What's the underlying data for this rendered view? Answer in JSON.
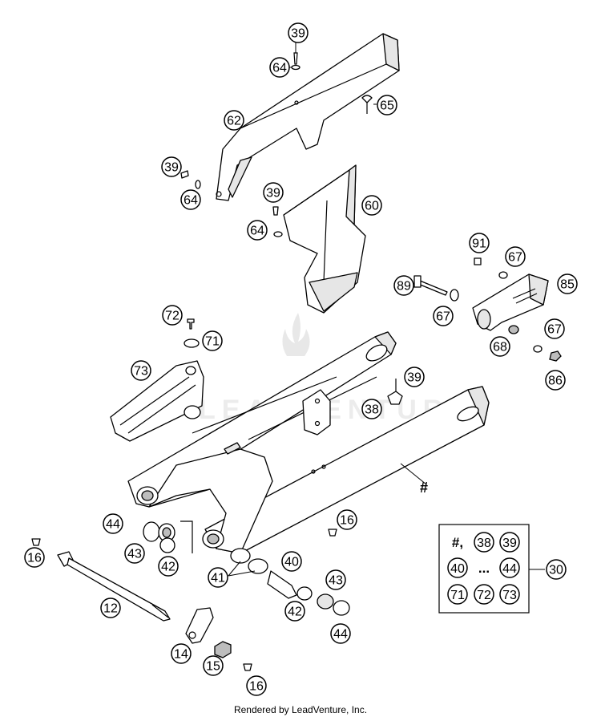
{
  "watermark": "LEADVENTURE",
  "footer": "Rendered by LeadVenture, Inc.",
  "callouts": [
    {
      "id": "c39a",
      "label": "39"
    },
    {
      "id": "c64a",
      "label": "64"
    },
    {
      "id": "c65",
      "label": "65"
    },
    {
      "id": "c62",
      "label": "62"
    },
    {
      "id": "c39b",
      "label": "39"
    },
    {
      "id": "c64b",
      "label": "64"
    },
    {
      "id": "c39c",
      "label": "39"
    },
    {
      "id": "c60",
      "label": "60"
    },
    {
      "id": "c64c",
      "label": "64"
    },
    {
      "id": "c91",
      "label": "91"
    },
    {
      "id": "c67a",
      "label": "67"
    },
    {
      "id": "c89",
      "label": "89"
    },
    {
      "id": "c85",
      "label": "85"
    },
    {
      "id": "c67b",
      "label": "67"
    },
    {
      "id": "c72",
      "label": "72"
    },
    {
      "id": "c71",
      "label": "71"
    },
    {
      "id": "c68",
      "label": "68"
    },
    {
      "id": "c67c",
      "label": "67"
    },
    {
      "id": "c73",
      "label": "73"
    },
    {
      "id": "c39d",
      "label": "39"
    },
    {
      "id": "c86",
      "label": "86"
    },
    {
      "id": "c38",
      "label": "38"
    },
    {
      "id": "c44a",
      "label": "44"
    },
    {
      "id": "c16a",
      "label": "16"
    },
    {
      "id": "c43a",
      "label": "43"
    },
    {
      "id": "c42a",
      "label": "42"
    },
    {
      "id": "c16b",
      "label": "16"
    },
    {
      "id": "c40",
      "label": "40"
    },
    {
      "id": "c41",
      "label": "41"
    },
    {
      "id": "c43b",
      "label": "43"
    },
    {
      "id": "c12",
      "label": "12"
    },
    {
      "id": "c42b",
      "label": "42"
    },
    {
      "id": "c44b",
      "label": "44"
    },
    {
      "id": "c14",
      "label": "14"
    },
    {
      "id": "c15",
      "label": "15"
    },
    {
      "id": "c16c",
      "label": "16"
    },
    {
      "id": "c30",
      "label": "30"
    }
  ],
  "hash_label": "#",
  "kit": {
    "row1": [
      "#,",
      "38",
      "39"
    ],
    "row2": [
      "40",
      "...",
      "44"
    ],
    "row3": [
      "71",
      "72",
      "73"
    ]
  }
}
